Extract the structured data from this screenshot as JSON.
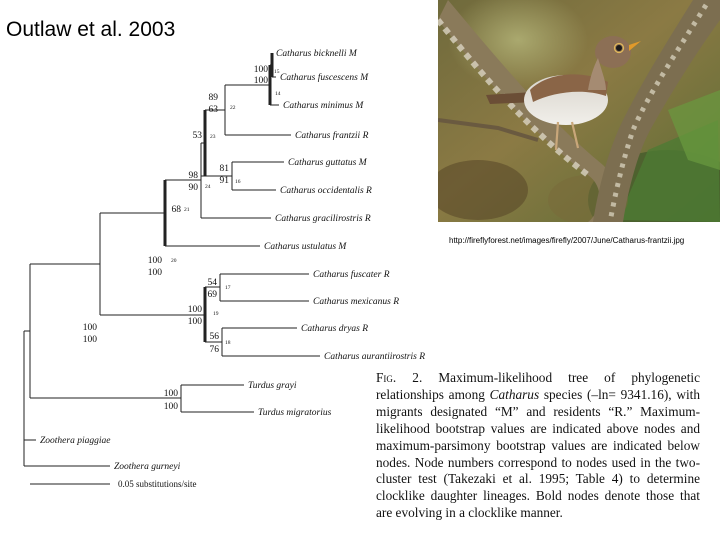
{
  "slide": {
    "title": "Outlaw et al. 2003",
    "photo_url": "http://fireflyforest.net/images/firefly/2007/June/Catharus-frantzii.jpg"
  },
  "tree": {
    "taxa": [
      {
        "genus": "Catharus",
        "species": "bicknelli",
        "status": "M"
      },
      {
        "genus": "Catharus",
        "species": "fuscescens",
        "status": "M"
      },
      {
        "genus": "Catharus",
        "species": "minimus",
        "status": "M"
      },
      {
        "genus": "Catharus",
        "species": "frantzii",
        "status": "R"
      },
      {
        "genus": "Catharus",
        "species": "guttatus",
        "status": "M"
      },
      {
        "genus": "Catharus",
        "species": "occidentalis",
        "status": "R"
      },
      {
        "genus": "Catharus",
        "species": "gracilirostris",
        "status": "R"
      },
      {
        "genus": "Catharus",
        "species": "ustulatus",
        "status": "M"
      },
      {
        "genus": "Catharus",
        "species": "fuscater",
        "status": "R"
      },
      {
        "genus": "Catharus",
        "species": "mexicanus",
        "status": "R"
      },
      {
        "genus": "Catharus",
        "species": "dryas",
        "status": "R"
      },
      {
        "genus": "Catharus",
        "species": "aurantiirostris",
        "status": "R"
      },
      {
        "genus": "Turdus",
        "species": "grayi",
        "status": ""
      },
      {
        "genus": "Turdus",
        "species": "migratorius",
        "status": ""
      },
      {
        "genus": "Zoothera",
        "species": "piaggiae",
        "status": ""
      },
      {
        "genus": "Zoothera",
        "species": "gurneyi",
        "status": ""
      }
    ],
    "nodes": [
      {
        "id": "bick_fusc",
        "ml": "100",
        "mp": "100",
        "num": "15"
      },
      {
        "id": "fusc_group",
        "ml": "",
        "mp": "",
        "num": "14"
      },
      {
        "id": "bfm",
        "ml": "89",
        "mp": "63",
        "num": "22"
      },
      {
        "id": "with_frantzii",
        "ml": "53",
        "mp": "",
        "num": "23"
      },
      {
        "id": "gutt_occ",
        "ml": "81",
        "mp": "91",
        "num": "16"
      },
      {
        "id": "big_clade",
        "ml": "98",
        "mp": "90",
        "num": "24"
      },
      {
        "id": "with_gracil",
        "ml": "68",
        "mp": "",
        "num": "21"
      },
      {
        "id": "fusc_mex",
        "ml": "54",
        "mp": "69",
        "num": "17"
      },
      {
        "id": "dryas_aur",
        "ml": "56",
        "mp": "76",
        "num": "18"
      },
      {
        "id": "southern",
        "ml": "100",
        "mp": "100",
        "num": "19"
      },
      {
        "id": "catharus",
        "ml": "100",
        "mp": "100",
        "num": "20"
      },
      {
        "id": "turdus",
        "ml": "100",
        "mp": "100",
        "num": ""
      },
      {
        "id": "root_ingroup",
        "ml": "100",
        "mp": "100",
        "num": ""
      }
    ],
    "scale_label": "0.05 substitutions/site"
  },
  "caption": {
    "fig_label": "Fig. 2.",
    "segments": [
      {
        "t": "Maximum-likelihood tree of phylogenetic relationships among ",
        "i": false
      },
      {
        "t": "Catharus",
        "i": true
      },
      {
        "t": " species (–ln= 9341.16), with migrants designated “M” and residents “R.” Maximum-likelihood bootstrap values are indicated above nodes and maximum-parsimony bootstrap values are indicated below nodes. Node numbers correspond to nodes used in the two-cluster test (Takezaki et al. 1995; Table 4) to determine clocklike daughter lineages. Bold nodes denote those that are evolving in a clocklike manner.",
        "i": false
      }
    ]
  }
}
